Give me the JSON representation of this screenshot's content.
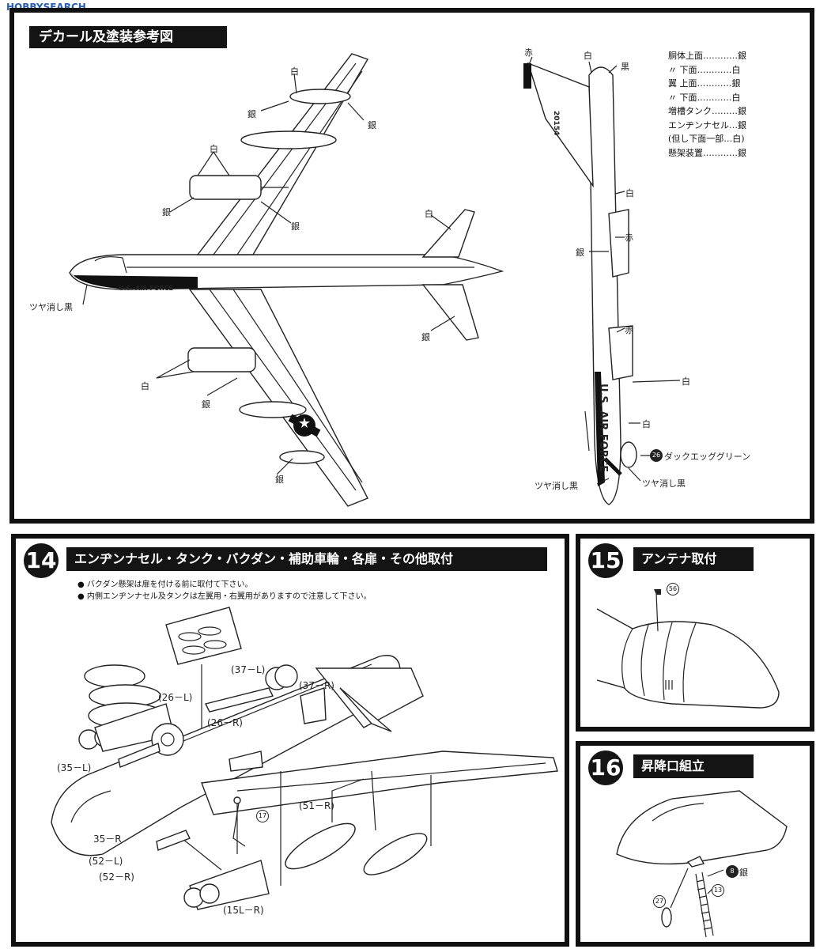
{
  "watermark": "HOBBYSEARCH",
  "top": {
    "title": "デカール及塗装参考図",
    "legend": [
      "胴体上面…………銀",
      "〃 下面…………白",
      "翼 上面…………銀",
      "〃 下面…………白",
      "増槽タンク………銀",
      "エンヂンナセル…銀",
      "(但し下面一部…白)",
      "懸架装置…………銀"
    ],
    "labels": {
      "shiro": "白",
      "gin": "銀",
      "aka": "赤",
      "kuro": "黒",
      "tsuya_kuro": "ツヤ消し黒",
      "duck_egg": "ダックエッググリーン",
      "duck_egg_num": "26"
    },
    "markings": {
      "usaf": "U.S. AIR FORCE",
      "serial": "20154"
    }
  },
  "step14": {
    "number": "14",
    "title": "エンヂンナセル・タンク・バクダン・補助車輪・各扉・その他取付",
    "notes": [
      "バクダン懸架は扉を付ける前に取付て下さい。",
      "内側エンヂンナセル及タンクは左翼用・右翼用がありますので注意して下さい。"
    ],
    "parts": {
      "p37L": "(37－L)",
      "p37R": "(37－R)",
      "p26L": "(26－L)",
      "p26R": "(26－R)",
      "p35L": "(35－L)",
      "p35R": "35－R",
      "p51R": "(51－R)",
      "p52L": "(52－L)",
      "p52R": "(52－R)",
      "p15": "(15L－R)",
      "p17": "17"
    }
  },
  "step15": {
    "number": "15",
    "title": "アンテナ取付",
    "part": "56"
  },
  "step16": {
    "number": "16",
    "title": "昇降口組立",
    "parts": {
      "p8": "8",
      "p8color": "銀",
      "p13": "13",
      "p27": "27"
    }
  }
}
